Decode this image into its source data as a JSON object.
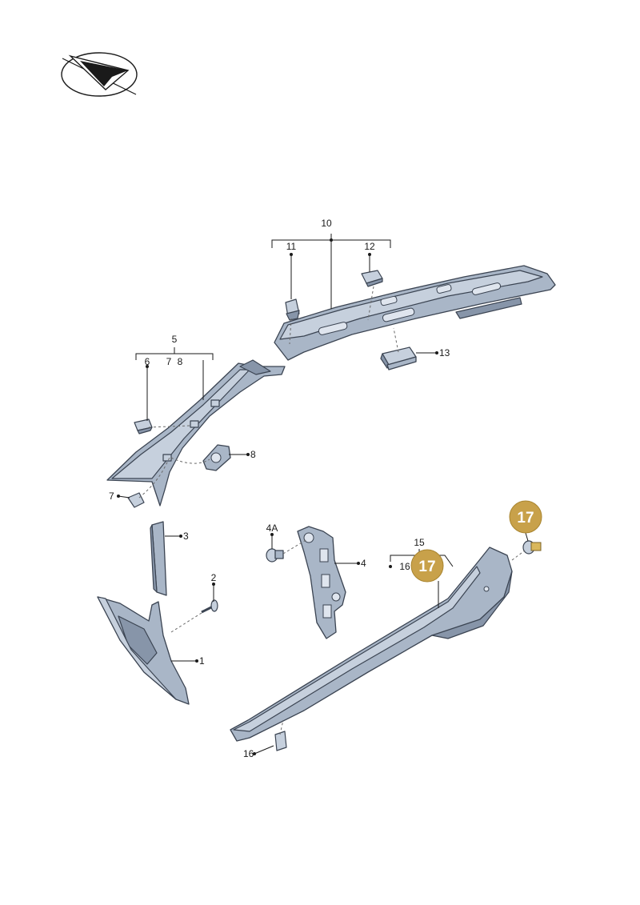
{
  "callouts": {
    "n1": "1",
    "n2": "2",
    "n3": "3",
    "n4": "4",
    "n4a": "4A",
    "n5": "5",
    "n6": "6",
    "n7a": "7",
    "n8a": "8",
    "n7b": "7",
    "n8b": "8",
    "n10": "10",
    "n11": "11",
    "n12": "12",
    "n13": "13",
    "n15": "15",
    "n16a": "16",
    "n16b": "16"
  },
  "badges": {
    "upper": "17",
    "lower": "17"
  },
  "colors": {
    "part_fill": "#a9b6c7",
    "badge": "#c8a14a"
  },
  "icons": {
    "logo": "paper-plane-check-logo-icon"
  }
}
